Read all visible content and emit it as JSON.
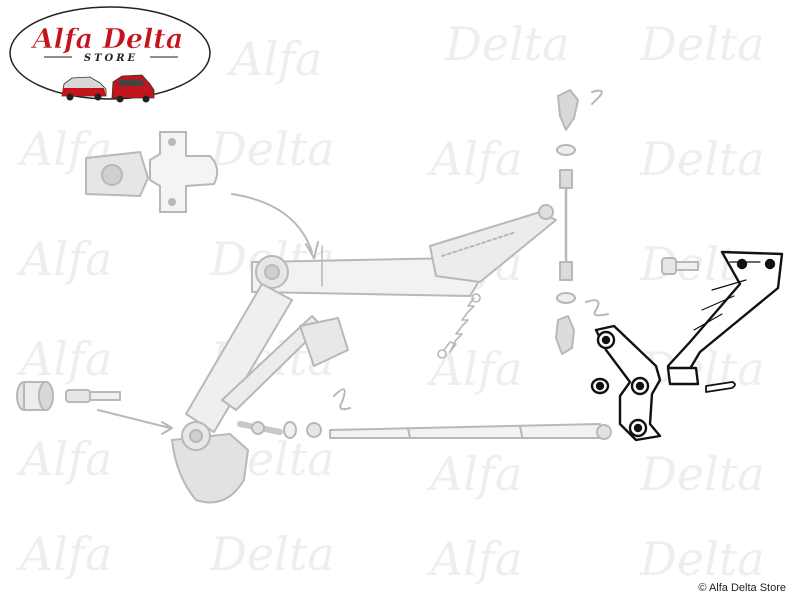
{
  "logo": {
    "brand": "Alfa Delta",
    "store": "STORE"
  },
  "watermark": {
    "text": [
      "Alfa",
      "Delta"
    ]
  },
  "copyright": "© Alfa Delta Store",
  "colors": {
    "logo_red": "#c4141b",
    "gray_parts": "#b8b8b8",
    "highlight_parts": "#111111",
    "watermark": "#eeeeee"
  }
}
